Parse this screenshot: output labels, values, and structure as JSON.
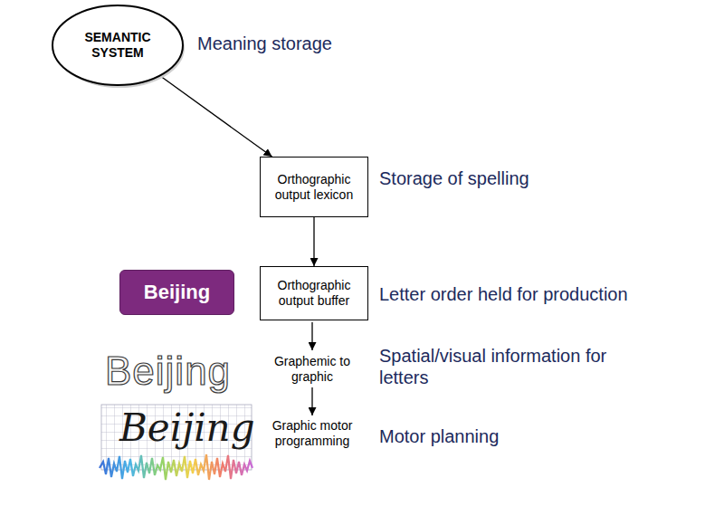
{
  "diagram": {
    "nodes": [
      {
        "text": [
          "SEMANTIC SYSTEM"
        ]
      },
      {
        "text": [
          "Orthographic output lexicon"
        ]
      },
      {
        "text": [
          "Beijing"
        ]
      },
      {
        "text": [
          "Orthographic output buffer"
        ]
      }
    ],
    "edges": [
      {
        "from": 0,
        "to": 1,
        "arrow": "to"
      },
      {
        "from": 1,
        "to": 3,
        "arrow": "to"
      }
    ],
    "labels": [
      "Meaning storage",
      "Storage of spelling",
      "Letter order held for production",
      "Beijing",
      "Graphemic to graphic",
      "Spatial/visual information for letters",
      "Beijing",
      "Graphic motor programming",
      "Motor planning"
    ]
  }
}
